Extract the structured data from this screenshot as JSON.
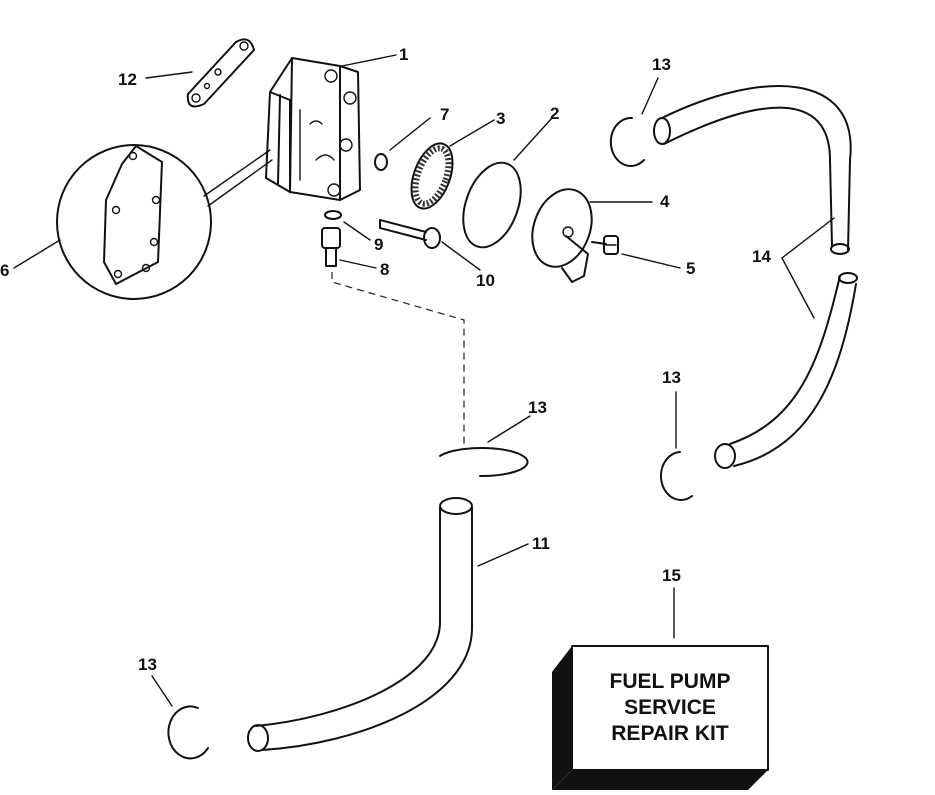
{
  "callouts": [
    {
      "id": "1",
      "label": "1"
    },
    {
      "id": "2",
      "label": "2"
    },
    {
      "id": "3",
      "label": "3"
    },
    {
      "id": "4",
      "label": "4"
    },
    {
      "id": "5",
      "label": "5"
    },
    {
      "id": "6",
      "label": "6"
    },
    {
      "id": "7",
      "label": "7"
    },
    {
      "id": "8",
      "label": "8"
    },
    {
      "id": "9",
      "label": "9"
    },
    {
      "id": "10",
      "label": "10"
    },
    {
      "id": "11",
      "label": "11"
    },
    {
      "id": "12",
      "label": "12"
    },
    {
      "id": "13a",
      "label": "13"
    },
    {
      "id": "13b",
      "label": "13"
    },
    {
      "id": "13c",
      "label": "13"
    },
    {
      "id": "13d",
      "label": "13"
    },
    {
      "id": "14",
      "label": "14"
    },
    {
      "id": "15",
      "label": "15"
    }
  ],
  "kit": {
    "line1": "FUEL PUMP",
    "line2": "SERVICE",
    "line3": "REPAIR KIT"
  }
}
